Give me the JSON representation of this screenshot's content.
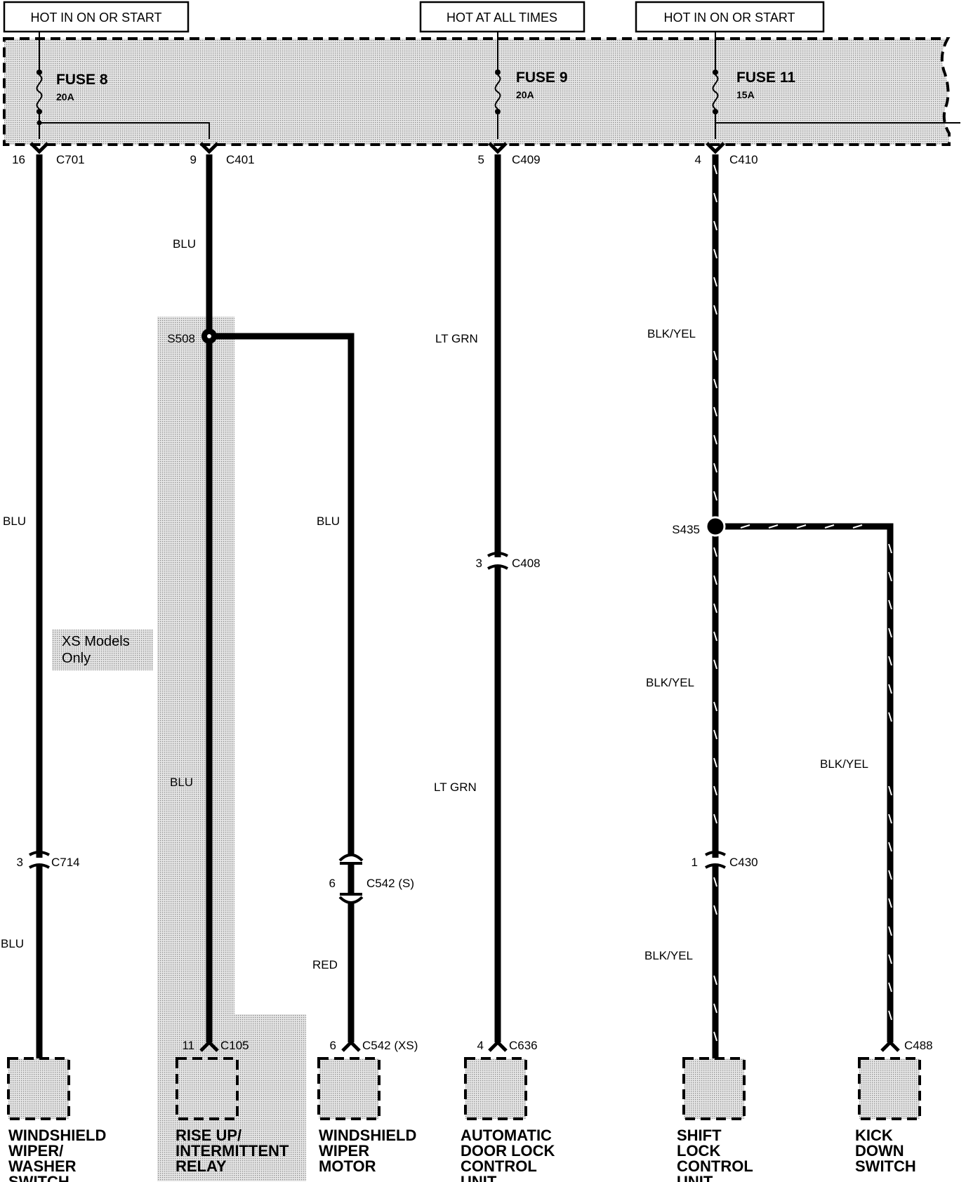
{
  "power_sources": [
    {
      "label": "HOT IN ON OR START"
    },
    {
      "label": "HOT AT ALL TIMES"
    },
    {
      "label": "HOT IN ON OR START"
    }
  ],
  "fuses": [
    {
      "name": "FUSE 8",
      "rating": "20A"
    },
    {
      "name": "FUSE 9",
      "rating": "20A"
    },
    {
      "name": "FUSE 11",
      "rating": "15A"
    }
  ],
  "top_connectors": [
    {
      "pin": "16",
      "id": "C701"
    },
    {
      "pin": "9",
      "id": "C401"
    },
    {
      "pin": "5",
      "id": "C409"
    },
    {
      "pin": "4",
      "id": "C410"
    }
  ],
  "splices": [
    {
      "id": "S508"
    },
    {
      "id": "S435"
    }
  ],
  "mid_connectors": [
    {
      "pin": "3",
      "id": "C714"
    },
    {
      "pin": "6",
      "id": "C542 (S)"
    },
    {
      "pin": "3",
      "id": "C408"
    },
    {
      "pin": "1",
      "id": "C430"
    }
  ],
  "bottom_connectors": [
    {
      "pin": "11",
      "id": "C105"
    },
    {
      "pin": "6",
      "id": "C542 (XS)"
    },
    {
      "pin": "4",
      "id": "C636"
    },
    {
      "pin": "",
      "id": "C488"
    }
  ],
  "wire_colors": {
    "blu": "BLU",
    "red": "RED",
    "lt_grn": "LT GRN",
    "blk_yel": "BLK/YEL"
  },
  "note": {
    "line1": "XS Models",
    "line2": "Only"
  },
  "components": [
    {
      "lines": [
        "WINDSHIELD",
        "WIPER/",
        "WASHER",
        "SWITCH"
      ]
    },
    {
      "lines": [
        "RISE UP/",
        "INTERMITTENT",
        "RELAY"
      ]
    },
    {
      "lines": [
        "WINDSHIELD",
        "WIPER",
        "MOTOR"
      ]
    },
    {
      "lines": [
        "AUTOMATIC",
        "DOOR LOCK",
        "CONTROL",
        "UNIT"
      ]
    },
    {
      "lines": [
        "SHIFT",
        "LOCK",
        "CONTROL",
        "UNIT"
      ]
    },
    {
      "lines": [
        "KICK",
        "DOWN",
        "SWITCH"
      ]
    }
  ]
}
